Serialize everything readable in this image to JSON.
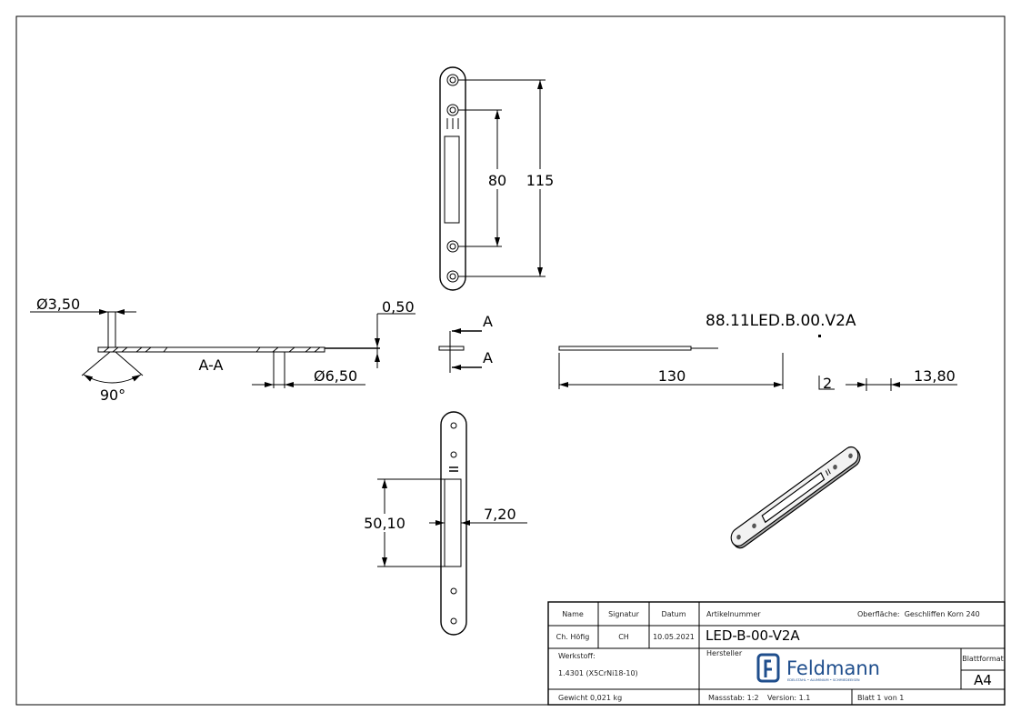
{
  "drawing": {
    "top_view": {
      "dim_inner": "80",
      "dim_outer": "115"
    },
    "section": {
      "label": "A-A",
      "hole_small": "Ø3,50",
      "countersink_angle": "90°",
      "hole_large": "Ø6,50",
      "thickness": "0,50"
    },
    "section_marker": {
      "label_top": "A",
      "label_bottom": "A"
    },
    "side_view": {
      "length": "130",
      "part_number": "88.11LED.B.00.V2A",
      "thickness": "2",
      "width": "13,80"
    },
    "bottom_view": {
      "slot_length": "50,10",
      "slot_width": "7,20"
    }
  },
  "title_block": {
    "name_header": "Name",
    "signature_header": "Signatur",
    "date_header": "Datum",
    "name": "Ch. Höfig",
    "signature": "CH",
    "date": "10.05.2021",
    "article_label": "Artikelnummer",
    "article_number": "LED-B-00-V2A",
    "surface": "Oberfläche:  Geschliffen Korn 240",
    "material_label": "Werkstoff:",
    "material": "1.4301 (X5CrNi18-10)",
    "manufacturer_label": "Hersteller",
    "logo_name": "Feldmann",
    "logo_tagline": "EDELSTAHL • ALUMINIUM • SCHMIEDEEISEN",
    "sheet_format_label": "Blattformat",
    "sheet_format": "A4",
    "weight": "Gewicht 0,021 kg",
    "scale": "Massstab: 1:2",
    "version": "Version: 1.1",
    "sheet": "Blatt 1 von 1"
  },
  "colors": {
    "logo": "#1f4e8c"
  }
}
